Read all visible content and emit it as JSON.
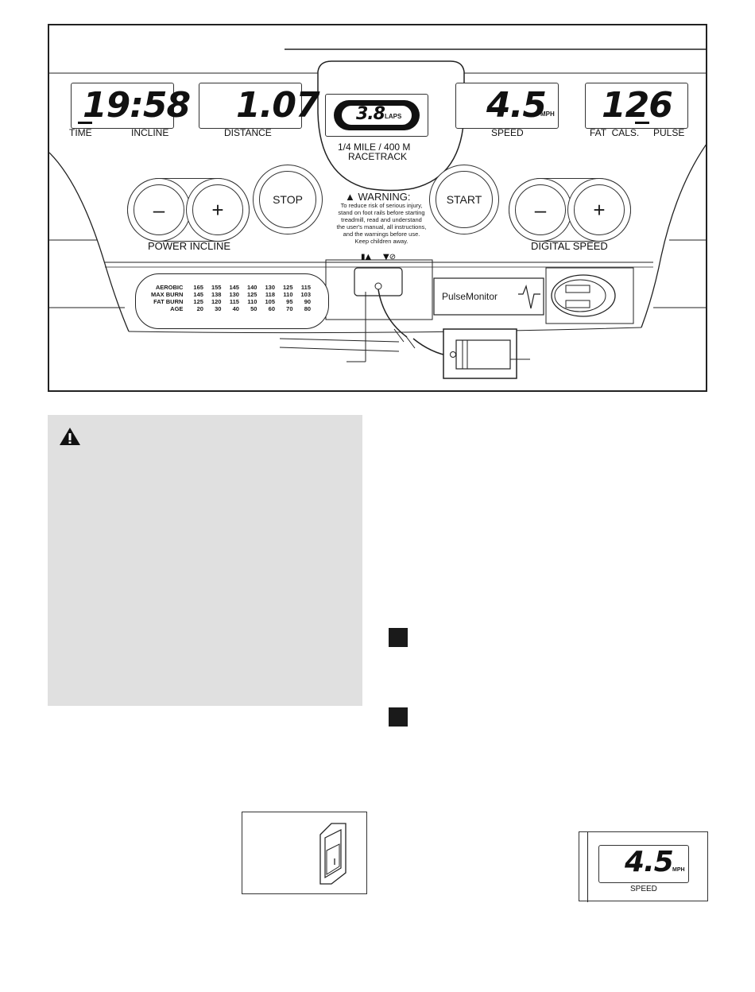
{
  "console": {
    "time_value": "19:58",
    "time_label": "TIME",
    "incline_label": "INCLINE",
    "distance_value": "1.07",
    "distance_label": "DISTANCE",
    "track_value": "3.8",
    "track_unit": "LAPS",
    "track_caption_line1": "1/4 MILE / 400 M",
    "track_caption_line2": "RACETRACK",
    "speed_value": "4.5",
    "speed_unit": "MPH",
    "speed_label": "SPEED",
    "fat_value": "126",
    "fat_label": "FAT  CALS.",
    "pulse_label": "PULSE",
    "incline_minus": "–",
    "incline_plus": "+",
    "power_incline_label": "POWER INCLINE",
    "stop_label": "STOP",
    "start_label": "START",
    "speed_minus": "–",
    "speed_plus": "+",
    "digital_speed_label": "DIGITAL SPEED",
    "warning_title": "WARNING:",
    "warning_lines": [
      "To reduce risk of serious injury,",
      "stand on foot rails before starting",
      "treadmill, read and understand",
      "the user's manual, all instructions,",
      "and the warnings before use.",
      "Keep children away."
    ],
    "pulse_monitor_label": "PulseMonitor"
  },
  "heart_chart": {
    "rows": [
      {
        "label": "AEROBIC",
        "values": [
          "165",
          "155",
          "145",
          "140",
          "130",
          "125",
          "115"
        ]
      },
      {
        "label": "MAX BURN",
        "values": [
          "145",
          "138",
          "130",
          "125",
          "118",
          "110",
          "103"
        ]
      },
      {
        "label": "FAT BURN",
        "values": [
          "125",
          "120",
          "115",
          "110",
          "105",
          "95",
          "90"
        ]
      },
      {
        "label": "AGE",
        "values": [
          "20",
          "30",
          "40",
          "50",
          "60",
          "70",
          "80"
        ]
      }
    ]
  },
  "small_speed_display": {
    "value": "4.5",
    "unit": "MPH",
    "label": "SPEED"
  }
}
